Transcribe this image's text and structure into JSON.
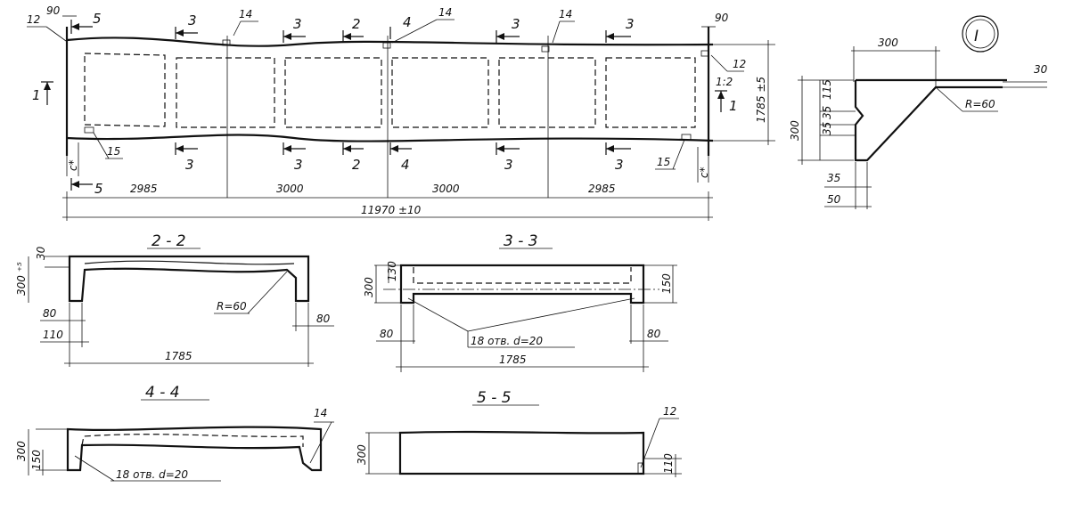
{
  "plan": {
    "section_marks_top": [
      "3",
      "3",
      "2",
      "4",
      "3",
      "3"
    ],
    "section_marks_bottom": [
      "3",
      "3",
      "2",
      "4",
      "3",
      "3"
    ],
    "callout_14": "14",
    "callout_12_left": "12",
    "callout_12_right": "12",
    "callout_15_left": "15",
    "callout_15_right": "15",
    "mark_5_top": "5",
    "mark_5_bottom": "5",
    "mark_1_left": "1",
    "mark_1_right": "1",
    "dim_90_left": "90",
    "dim_90_right": "90",
    "dim_2985_left": "2985",
    "dim_3000_a": "3000",
    "dim_3000_b": "3000",
    "dim_2985_right": "2985",
    "dim_total": "11970 ±10",
    "dim_width": "1785 ±5",
    "dim_c_left": "с*",
    "dim_c_right": "с*",
    "detail_small": "1:2"
  },
  "detail_I": {
    "label": "I",
    "dim_300_top": "300",
    "dim_30": "30",
    "dim_115": "115",
    "dim_35_a": "35",
    "dim_35_b": "35",
    "dim_300_side": "300",
    "dim_35_bottom": "35",
    "dim_50": "50",
    "radius": "R=60"
  },
  "sec22": {
    "title": "2 - 2",
    "dim_30": "30",
    "dim_300": "300 ⁺⁵",
    "dim_80_left": "80",
    "dim_110": "110",
    "radius": "R=60",
    "dim_80_right": "80",
    "dim_1785": "1785"
  },
  "sec33": {
    "title": "3 - 3",
    "dim_130": "130",
    "dim_300": "300",
    "dim_150": "150",
    "dim_80_left": "80",
    "holes": "18 отв. d=20",
    "dim_80_right": "80",
    "dim_1785": "1785"
  },
  "sec44": {
    "title": "4 - 4",
    "callout_14": "14",
    "dim_300": "300",
    "dim_150": "150",
    "holes": "18 отв. d=20"
  },
  "sec55": {
    "title": "5 - 5",
    "callout_12": "12",
    "dim_300": "300",
    "dim_110": "110"
  }
}
